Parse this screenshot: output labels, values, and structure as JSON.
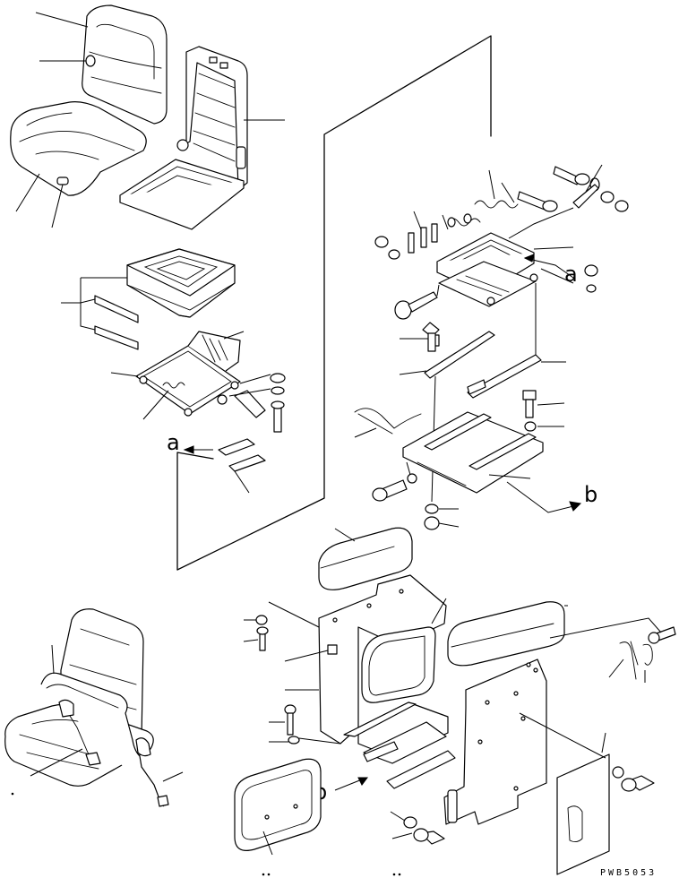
{
  "drawing": {
    "code": "PWB5053",
    "callouts": {
      "a_top_left": "a",
      "a_top_right": "a",
      "b_right": "b",
      "b_bottom": "b"
    }
  }
}
